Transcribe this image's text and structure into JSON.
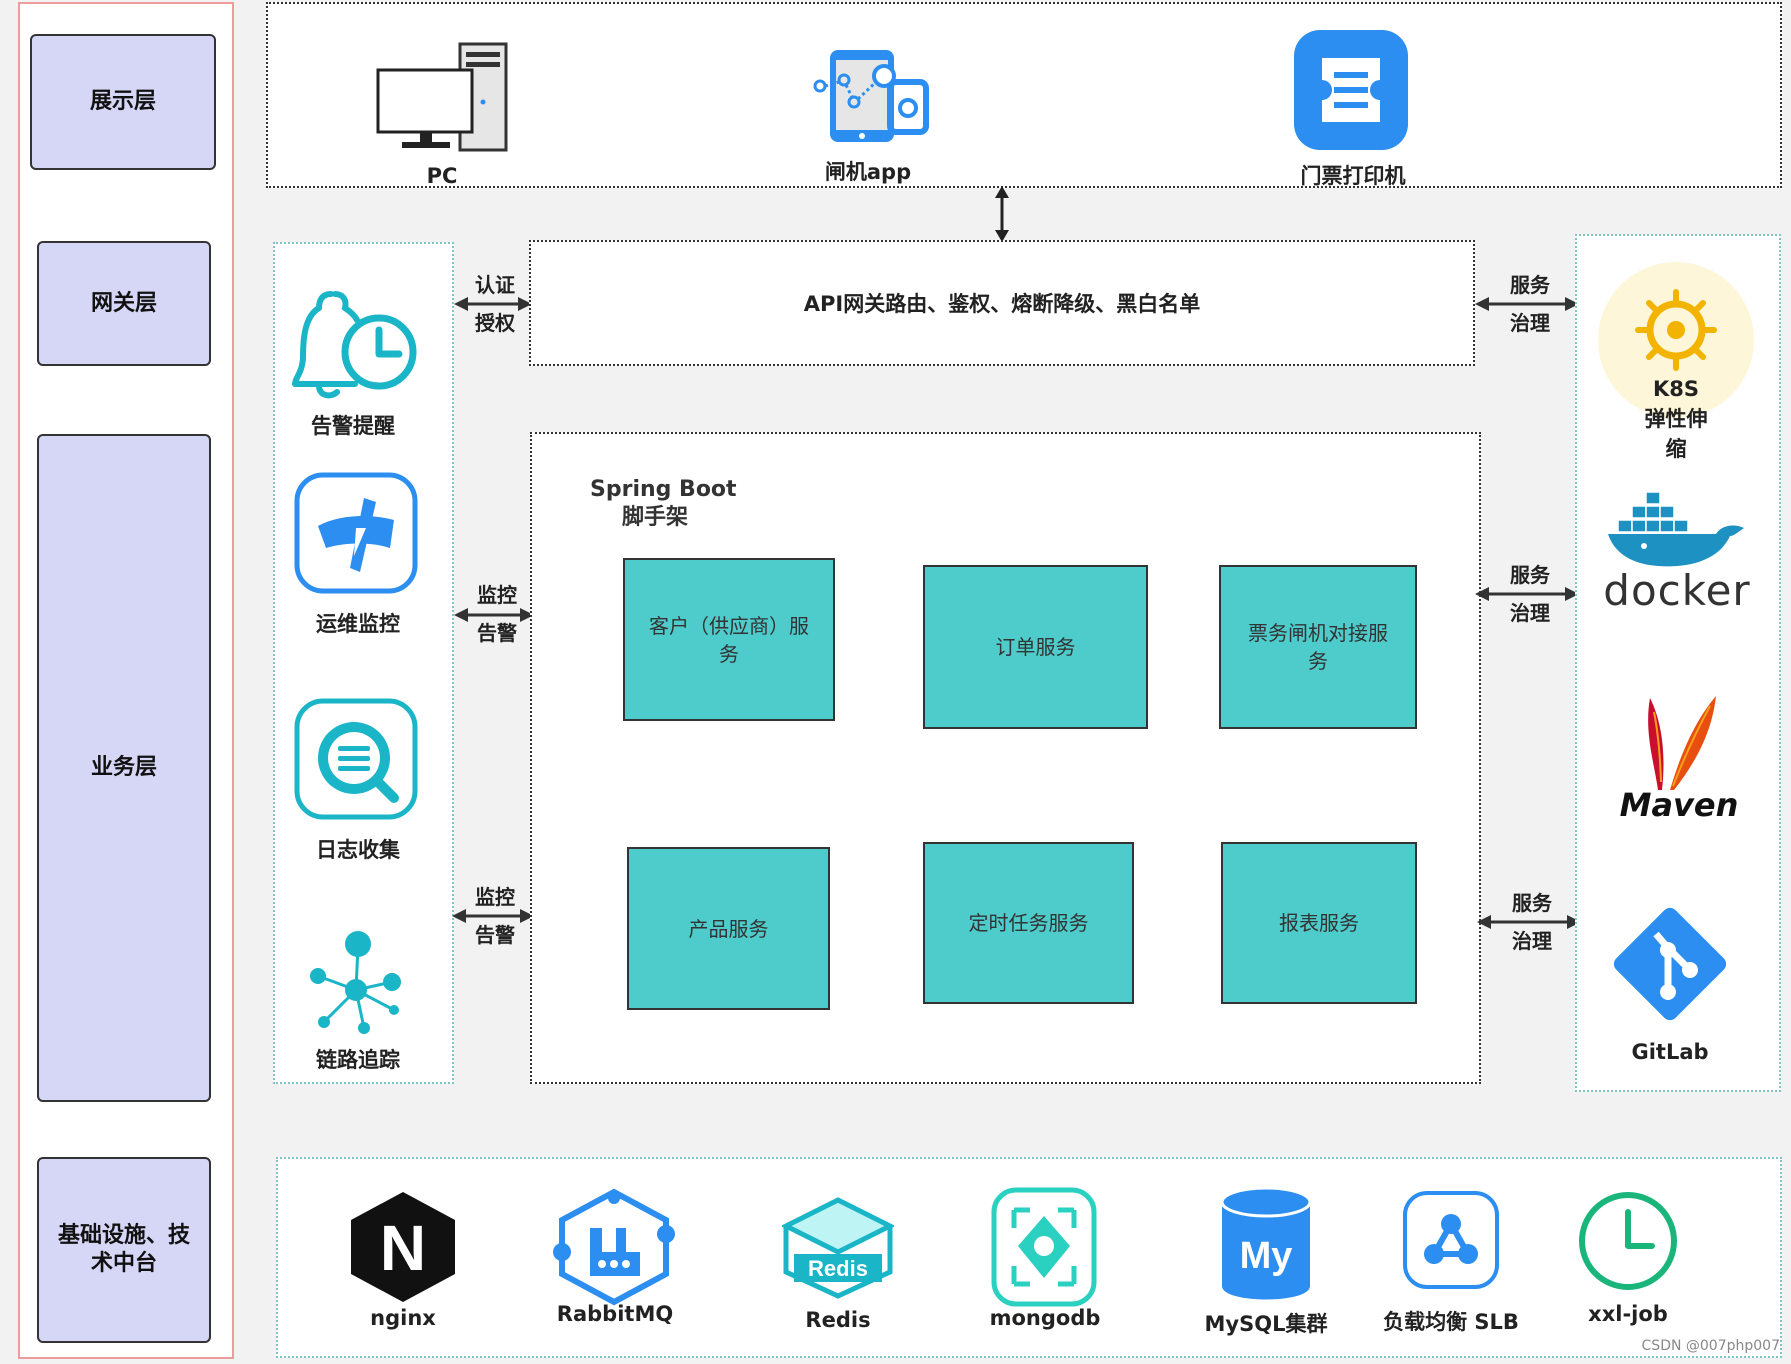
{
  "layers": {
    "presentation": "展示层",
    "gateway": "网关层",
    "business": "业务层",
    "infra": "基础设施、技术中台"
  },
  "clients": {
    "pc": "PC",
    "gate_app": "闸机app",
    "printer": "门票打印机"
  },
  "gateway": {
    "description": "API网关路由、鉴权、熔断降级、黑白名单",
    "auth_top": "认证",
    "auth_bottom": "授权"
  },
  "monitoring": {
    "alert": "告警提醒",
    "ops": "运维监控",
    "logs": "日志收集",
    "trace": "链路追踪",
    "monitor_top": "监控",
    "monitor_bottom": "告警"
  },
  "scaffold": {
    "title": "Spring Boot",
    "subtitle": "脚手架"
  },
  "services": {
    "customer": "客户（供应商）服务",
    "order": "订单服务",
    "ticket_gate": "票务闸机对接服务",
    "product": "产品服务",
    "scheduled": "定时任务服务",
    "report": "报表服务"
  },
  "governance": {
    "top": "服务",
    "bottom": "治理",
    "k8s_title": "K8S",
    "k8s_line1": "弹性伸",
    "k8s_line2": "缩",
    "docker": "docker",
    "maven": "Maven",
    "gitlab": "GitLab"
  },
  "infra": {
    "nginx": "nginx",
    "rabbitmq": "RabbitMQ",
    "redis": "Redis",
    "redis_badge": "Redis",
    "mongodb": "mongodb",
    "mysql": "MySQL集群",
    "mysql_badge": "My",
    "slb": "负载均衡 SLB",
    "xxljob": "xxl-job",
    "nginx_badge": "N"
  },
  "watermark": "CSDN @007php007",
  "colors": {
    "layer_fill": "#d6d6f7",
    "service_fill": "#4ecbcb",
    "icon_blue": "#2b8ef0",
    "icon_teal": "#1ab5c7"
  }
}
